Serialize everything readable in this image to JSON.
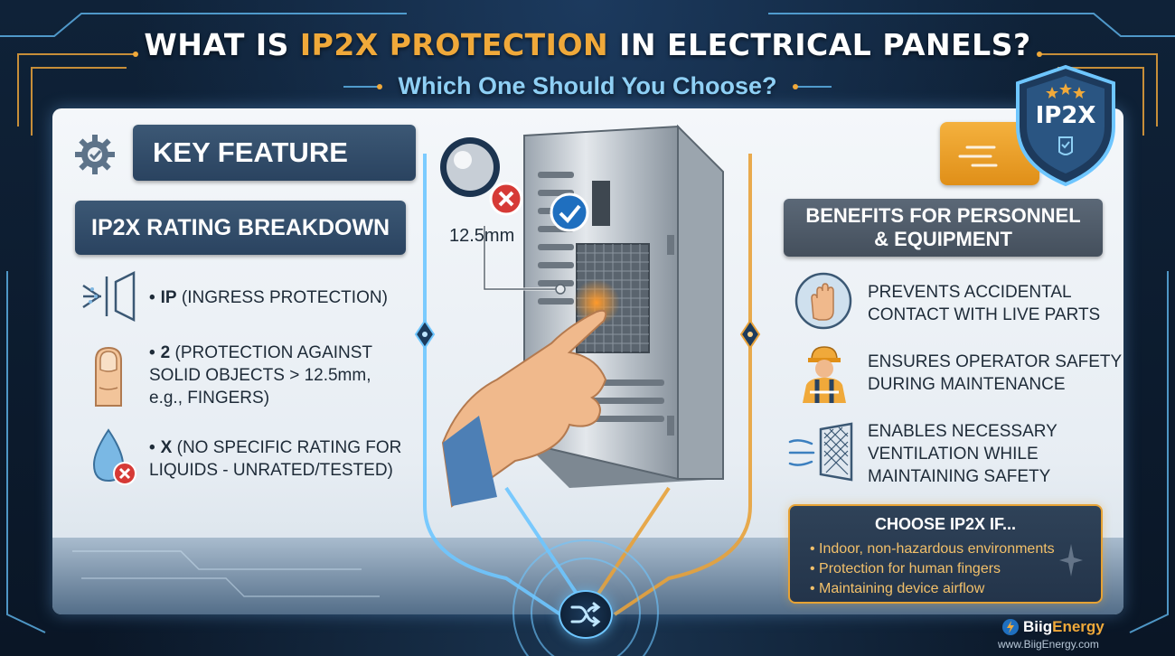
{
  "header": {
    "title_prefix": "WHAT IS ",
    "title_highlight": "IP2X PROTECTION",
    "title_suffix": " IN ELECTRICAL PANELS?",
    "subtitle": "Which One Should You Choose?"
  },
  "badge": {
    "label": "IP2X"
  },
  "left": {
    "key_feature": "KEY FEATURE",
    "breakdown_title": "IP2X RATING BREAKDOWN",
    "items": [
      {
        "icon": "ingress-arrows-icon",
        "bold": "IP",
        "text": " (INGRESS PROTECTION)"
      },
      {
        "icon": "finger-icon",
        "bold": "2",
        "text": " (PROTECTION AGAINST",
        "line2": "SOLID OBJECTS > 12.5mm,",
        "line3": "e.g., FINGERS)"
      },
      {
        "icon": "water-drop-icon",
        "bold": "X",
        "text": " (NO SPECIFIC RATING FOR",
        "line2": "LIQUIDS - UNRATED/TESTED)"
      }
    ]
  },
  "center": {
    "measure": "12.5mm"
  },
  "right": {
    "benefits_line1": "BENEFITS FOR PERSONNEL",
    "benefits_line2": "& EQUIPMENT",
    "benefits": [
      {
        "icon": "hand-stop-icon",
        "line1": "PREVENTS ACCIDENTAL",
        "line2": "CONTACT WITH LIVE PARTS"
      },
      {
        "icon": "worker-icon",
        "line1": "ENSURES OPERATOR SAFETY",
        "line2": "DURING MAINTENANCE"
      },
      {
        "icon": "ventilation-grille-icon",
        "line1": "ENABLES NECESSARY",
        "line2": "VENTILATION WHILE",
        "line3": "MAINTAINING SAFETY"
      }
    ],
    "choose": {
      "title": "CHOOSE IP2X IF...",
      "items": [
        "Indoor, non-hazardous environments",
        "Protection for human fingers",
        "Maintaining device airflow"
      ]
    }
  },
  "footer": {
    "brand_prefix": "Biig",
    "brand_suffix": "Energy",
    "url": "www.BiigEnergy.com"
  },
  "colors": {
    "accent_orange": "#f0a93a",
    "accent_blue": "#8fd0f5",
    "panel_dark": "#2f4a66"
  }
}
